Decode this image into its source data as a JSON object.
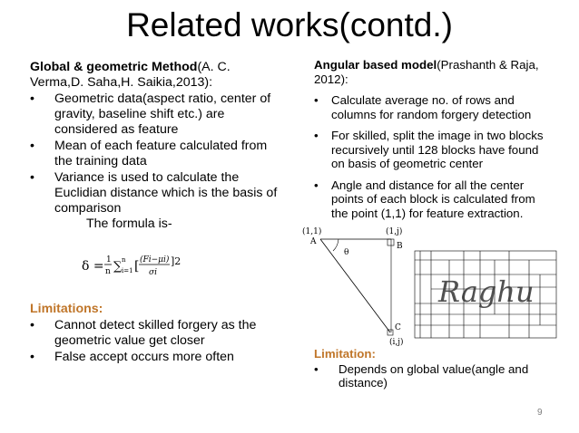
{
  "title": "Related works(contd.)",
  "left": {
    "heading_bold": "Global & geometric Method",
    "heading_rest": "(A. C. Verma,D. Saha,H. Saikia,2013):",
    "bullets": [
      "Geometric data(aspect ratio, center of gravity, baseline shift etc.) are considered as feature",
      "Mean of each feature calculated from the training data",
      "Variance is used to calculate the Euclidian distance which is the basis of comparison"
    ],
    "formula_intro": "The formula is-",
    "formula": {
      "lhs": "δ =",
      "frac1_num": "1",
      "frac1_den": "n",
      "sum_sup": "n",
      "sum_sub": "i=1",
      "open": "[",
      "frac2_num": "(Fi−μi)",
      "frac2_den": "σi",
      "close": "]2"
    },
    "limitations_title": "Limitations:",
    "limitations": [
      "Cannot detect skilled forgery as the geometric value get closer",
      "False accept occurs more often"
    ]
  },
  "right": {
    "heading_bold": "Angular based model",
    "heading_rest": "(Prashanth & Raja, 2012):",
    "bullets": [
      "Calculate average no. of rows and columns for random forgery detection",
      "For skilled, split the image in two blocks recursively until 128 blocks have found on basis of geometric center",
      "Angle and distance for all the center points of each block is calculated from the point (1,1) for feature extraction."
    ],
    "diagram_labels": {
      "a_coord": "(1,1)",
      "a": "A",
      "theta": "θ",
      "b_coord": "(1,j)",
      "b": "B",
      "c": "C",
      "c_coord": "(i,j)",
      "signature": "Raghu"
    },
    "limitation_title": "Limitation:",
    "limitations": [
      "Depends on global value(angle and distance)"
    ]
  },
  "page_number": "9",
  "colors": {
    "limitation_heading": "#c0762a",
    "page_number": "#7f7f7f"
  }
}
